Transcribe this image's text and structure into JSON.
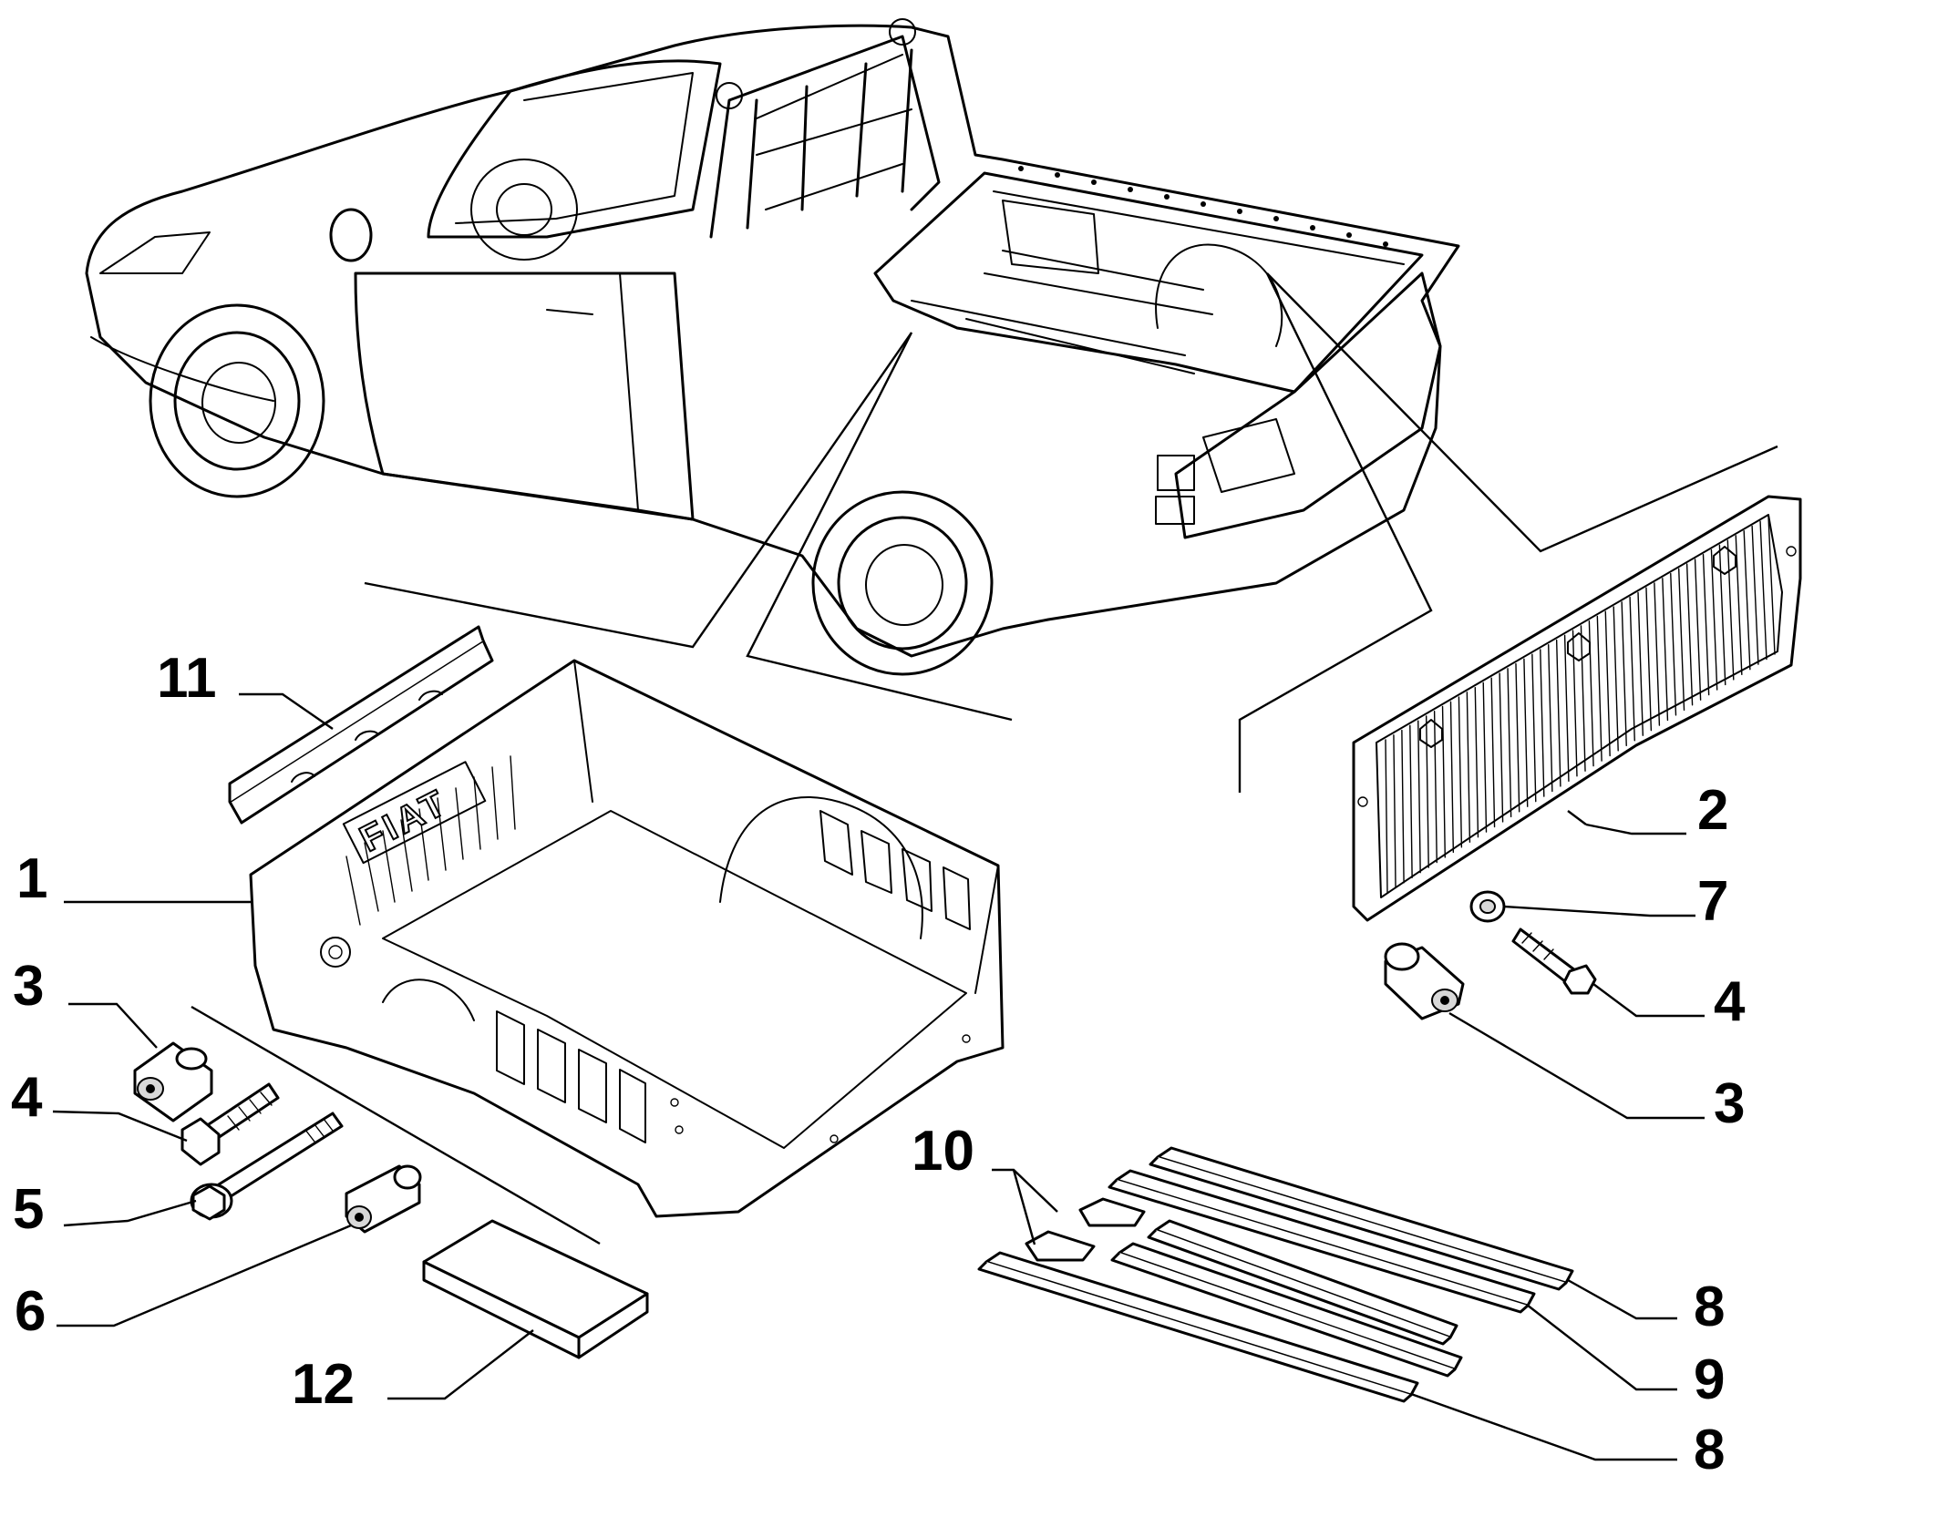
{
  "diagram": {
    "brand_mark": "FIAT",
    "callouts": [
      {
        "id": "c11",
        "label": "11"
      },
      {
        "id": "c1",
        "label": "1"
      },
      {
        "id": "c3a",
        "label": "3"
      },
      {
        "id": "c4a",
        "label": "4"
      },
      {
        "id": "c5",
        "label": "5"
      },
      {
        "id": "c6",
        "label": "6"
      },
      {
        "id": "c12",
        "label": "12"
      },
      {
        "id": "c2",
        "label": "2"
      },
      {
        "id": "c7",
        "label": "7"
      },
      {
        "id": "c4b",
        "label": "4"
      },
      {
        "id": "c3b",
        "label": "3"
      },
      {
        "id": "c10",
        "label": "10"
      },
      {
        "id": "c8a",
        "label": "8"
      },
      {
        "id": "c9",
        "label": "9"
      },
      {
        "id": "c8b",
        "label": "8"
      }
    ]
  }
}
